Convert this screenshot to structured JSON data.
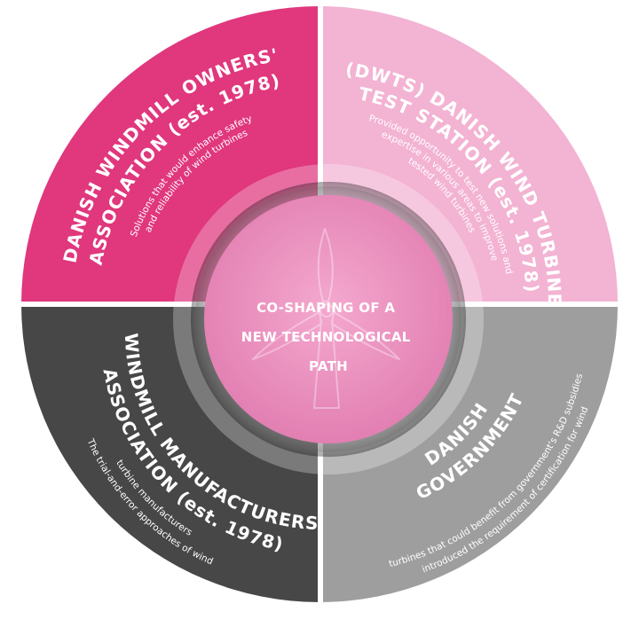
{
  "colors": {
    "top_left": "#e0377d",
    "top_right": "#f3b3d3",
    "bottom_left": "#474747",
    "bottom_right": "#9e9e9e",
    "hub": "#ec96c1"
  },
  "hub": {
    "icon": "wind-turbine-icon",
    "title_lines": [
      "CO-SHAPING OF A",
      "NEW TECHNOLOGICAL",
      "PATH"
    ]
  },
  "quadrants": {
    "top_left": {
      "title_lines": [
        "DANISH WINDMILL OWNERS'",
        "ASSOCIATION (est. 1978)"
      ],
      "desc_lines": [
        "Solutions that would enhance safety",
        "and reliability of wind turbines"
      ]
    },
    "top_right": {
      "title_lines": [
        "(DWTS) DANISH WIND TURBINE",
        "TEST STATION (est. 1978)"
      ],
      "desc_lines": [
        "Provided opportunity to test new solutions and",
        "expertise in various areas to improve",
        "tested wind turbines"
      ]
    },
    "bottom_left": {
      "title_lines": [
        "WINDMILL MANUFACTURERS",
        "ASSOCIATION (est. 1978)"
      ],
      "desc_lines": [
        "The trial-and-error approaches of wind",
        "turbine manufacturers"
      ]
    },
    "bottom_right": {
      "title_lines": [
        "DANISH",
        "GOVERNMENT"
      ],
      "desc_lines": [
        "turbines that could benefit from government's R&D subsidies",
        "introduced the requirement of certification for wind"
      ]
    }
  }
}
